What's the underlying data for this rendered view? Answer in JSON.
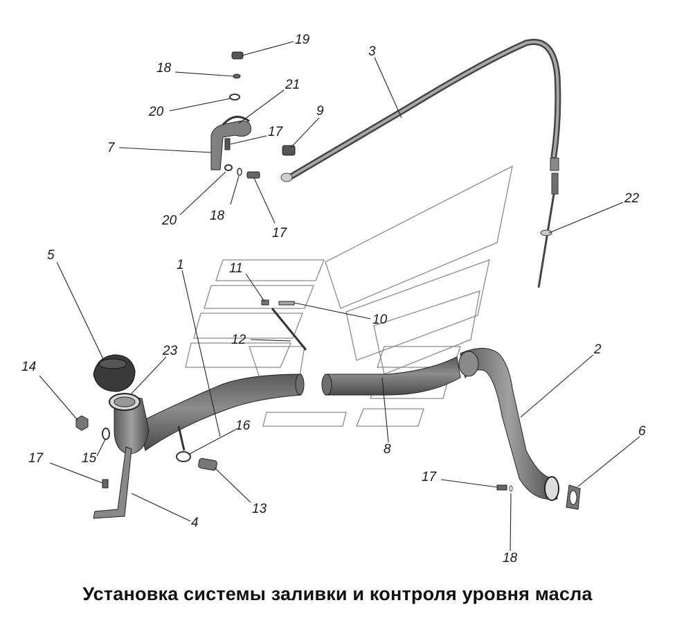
{
  "caption": "Установка системы заливки и контроля уровня масла",
  "colors": {
    "part_fill": "#7a7a7a",
    "part_dark": "#3a3a3a",
    "part_light": "#b4b4b4",
    "logo_stroke": "#8a8a8a",
    "line": "#222222"
  },
  "callouts": [
    {
      "id": "c1",
      "label": "1"
    },
    {
      "id": "c2",
      "label": "2"
    },
    {
      "id": "c3",
      "label": "3"
    },
    {
      "id": "c4",
      "label": "4"
    },
    {
      "id": "c5",
      "label": "5"
    },
    {
      "id": "c6",
      "label": "6"
    },
    {
      "id": "c7",
      "label": "7"
    },
    {
      "id": "c8",
      "label": "8"
    },
    {
      "id": "c9",
      "label": "9"
    },
    {
      "id": "c10",
      "label": "10"
    },
    {
      "id": "c11",
      "label": "11"
    },
    {
      "id": "c12",
      "label": "12"
    },
    {
      "id": "c13",
      "label": "13"
    },
    {
      "id": "c14",
      "label": "14"
    },
    {
      "id": "c15",
      "label": "15"
    },
    {
      "id": "c16",
      "label": "16"
    },
    {
      "id": "c17a",
      "label": "17"
    },
    {
      "id": "c17b",
      "label": "17"
    },
    {
      "id": "c17c",
      "label": "17"
    },
    {
      "id": "c17d",
      "label": "17"
    },
    {
      "id": "c18a",
      "label": "18"
    },
    {
      "id": "c18b",
      "label": "18"
    },
    {
      "id": "c18c",
      "label": "18"
    },
    {
      "id": "c19",
      "label": "19"
    },
    {
      "id": "c20a",
      "label": "20"
    },
    {
      "id": "c20b",
      "label": "20"
    },
    {
      "id": "c21",
      "label": "21"
    },
    {
      "id": "c22",
      "label": "22"
    },
    {
      "id": "c23",
      "label": "23"
    }
  ]
}
